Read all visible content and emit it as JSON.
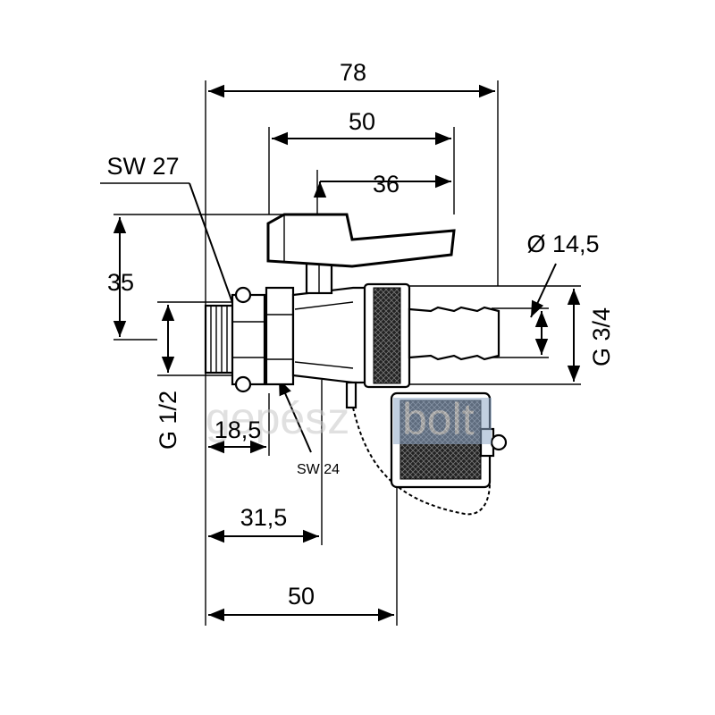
{
  "dimensions": {
    "overall_length": "78",
    "handle_span": "50",
    "handle_offset": "36",
    "height": "35",
    "hose_diameter": "Ø 14,5",
    "outlet_thread": "G 3/4",
    "inlet_thread": "G 1/2",
    "thread_length": "18,5",
    "body_length": "31,5",
    "base_length": "50",
    "wrench_size_27": "SW 27",
    "wrench_size_24": "SW 24"
  },
  "watermark": {
    "part1": "gepész",
    "part2": "bolt"
  },
  "colors": {
    "line": "#000000",
    "watermark_gray": "#c8c8c8",
    "watermark_blue": "#8fa8c8"
  }
}
